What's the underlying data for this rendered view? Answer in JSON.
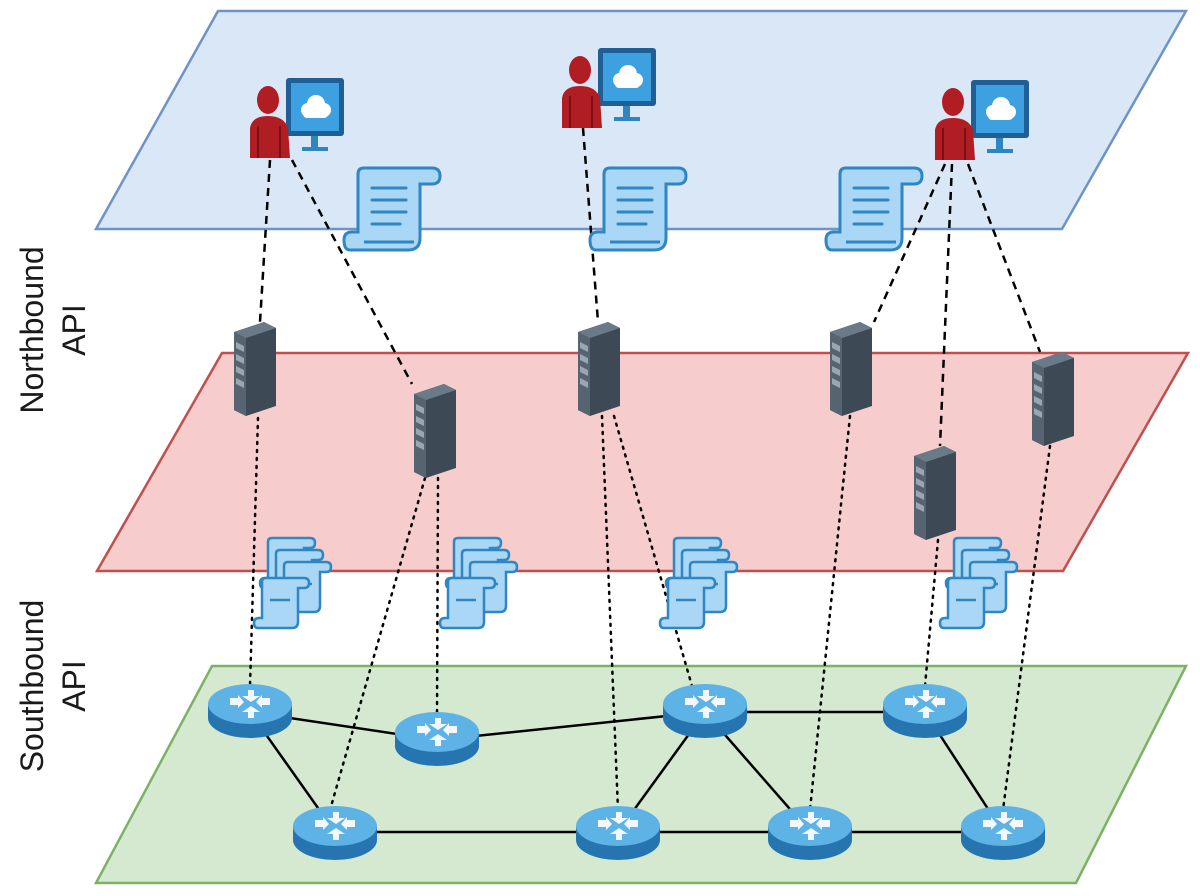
{
  "labels": {
    "northbound_line1": "Northbound",
    "northbound_line2": "API",
    "southbound_line1": "Southbound",
    "southbound_line2": "API"
  },
  "colors": {
    "app_plane_fill": "#dae7f6",
    "app_plane_stroke": "#6d93c9",
    "control_plane_fill": "#f6cccc",
    "control_plane_stroke": "#c0504d",
    "data_plane_fill": "#d5e9d1",
    "data_plane_stroke": "#7bb266",
    "user_red": "#b01e24",
    "monitor_blue": "#2e86c1",
    "scroll_blue": "#5db2e6",
    "server_gray": "#3d4a56",
    "router_blue": "#3a9ad9"
  },
  "icons": {
    "user": "user-at-computer-icon",
    "application": "scroll-document-icon",
    "controller": "server-icon",
    "flow_rules": "stacked-scrolls-icon",
    "switch": "router-icon"
  },
  "counts": {
    "applications": 3,
    "controllers": 6,
    "switches": 8
  }
}
